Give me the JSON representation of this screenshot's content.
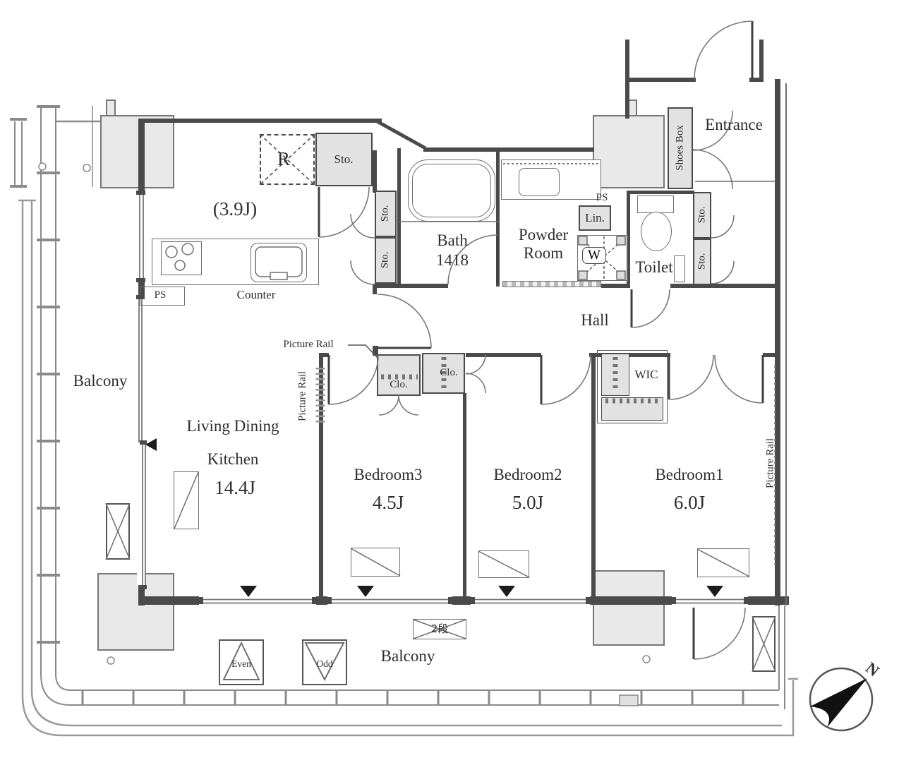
{
  "rooms": {
    "entrance": "Entrance",
    "hall": "Hall",
    "toilet": "Toilet",
    "bath": "Bath",
    "bath_size": "1418",
    "powder_line1": "Powder",
    "powder_line2": "Room",
    "kitchen_size": "(3.9J)",
    "ldk_line1": "Living Dining",
    "ldk_line2": "Kitchen",
    "ldk_size": "14.4J",
    "bedroom1": "Bedroom1",
    "bedroom1_size": "6.0J",
    "bedroom2": "Bedroom2",
    "bedroom2_size": "5.0J",
    "bedroom3": "Bedroom3",
    "bedroom3_size": "4.5J",
    "balcony": "Balcony"
  },
  "storage": {
    "sto": "Sto.",
    "shoes_box": "Shoes Box",
    "lin": "Lin.",
    "clo": "Clo.",
    "wic": "WIC",
    "washer": "W",
    "refrigerator": "R"
  },
  "fixtures": {
    "counter": "Counter",
    "ps": "PS"
  },
  "annotations": {
    "picture_rail": "Picture Rail",
    "even": "Even",
    "odd": "Odd",
    "tier2": "2段",
    "north": "N"
  }
}
